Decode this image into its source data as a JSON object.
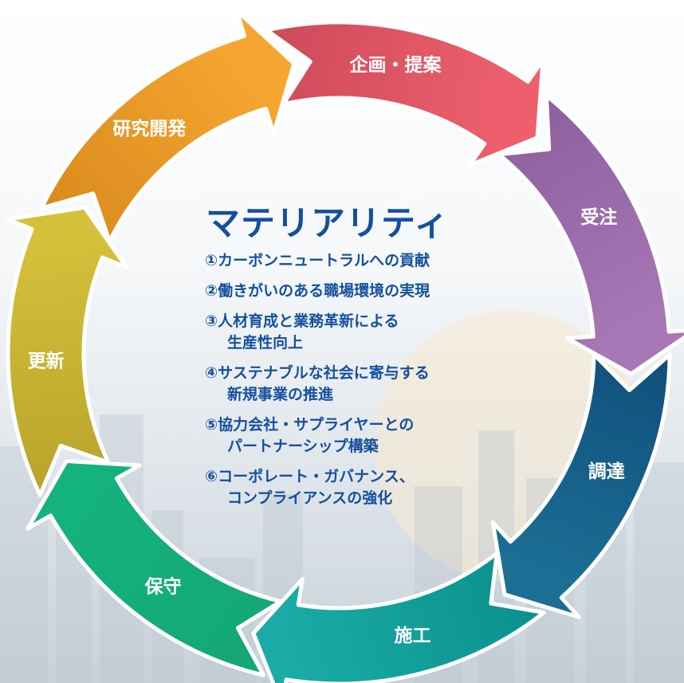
{
  "center": {
    "title": "マテリアリティ",
    "items": [
      {
        "line1": "①カーボンニュートラルへの貢献",
        "line2": ""
      },
      {
        "line1": "②働きがいのある職場環境の実現",
        "line2": ""
      },
      {
        "line1": "③人材育成と業務革新による",
        "line2": "生産性向上"
      },
      {
        "line1": "④サステナブルな社会に寄与する",
        "line2": "新規事業の推進"
      },
      {
        "line1": "⑤協力会社・サプライヤーとの",
        "line2": "パートナーシップ構築"
      },
      {
        "line1": "⑥コーポレート・ガバナンス、",
        "line2": "コンプライアンスの強化"
      }
    ]
  },
  "cycle": [
    {
      "label": "研究開発",
      "color_start": "#d98a1c",
      "color_end": "#f6a531"
    },
    {
      "label": "企画・提案",
      "color_start": "#cb4a5a",
      "color_end": "#ee5f6d"
    },
    {
      "label": "受注",
      "color_start": "#8c5f9e",
      "color_end": "#a877b5"
    },
    {
      "label": "調達",
      "color_start": "#0f4e7a",
      "color_end": "#1c6e94"
    },
    {
      "label": "施工",
      "color_start": "#0a8f8b",
      "color_end": "#1aaba6"
    },
    {
      "label": "保守",
      "color_start": "#15a674",
      "color_end": "#14b27d"
    },
    {
      "label": "更新",
      "color_start": "#b8a32a",
      "color_end": "#d4c03a"
    }
  ]
}
